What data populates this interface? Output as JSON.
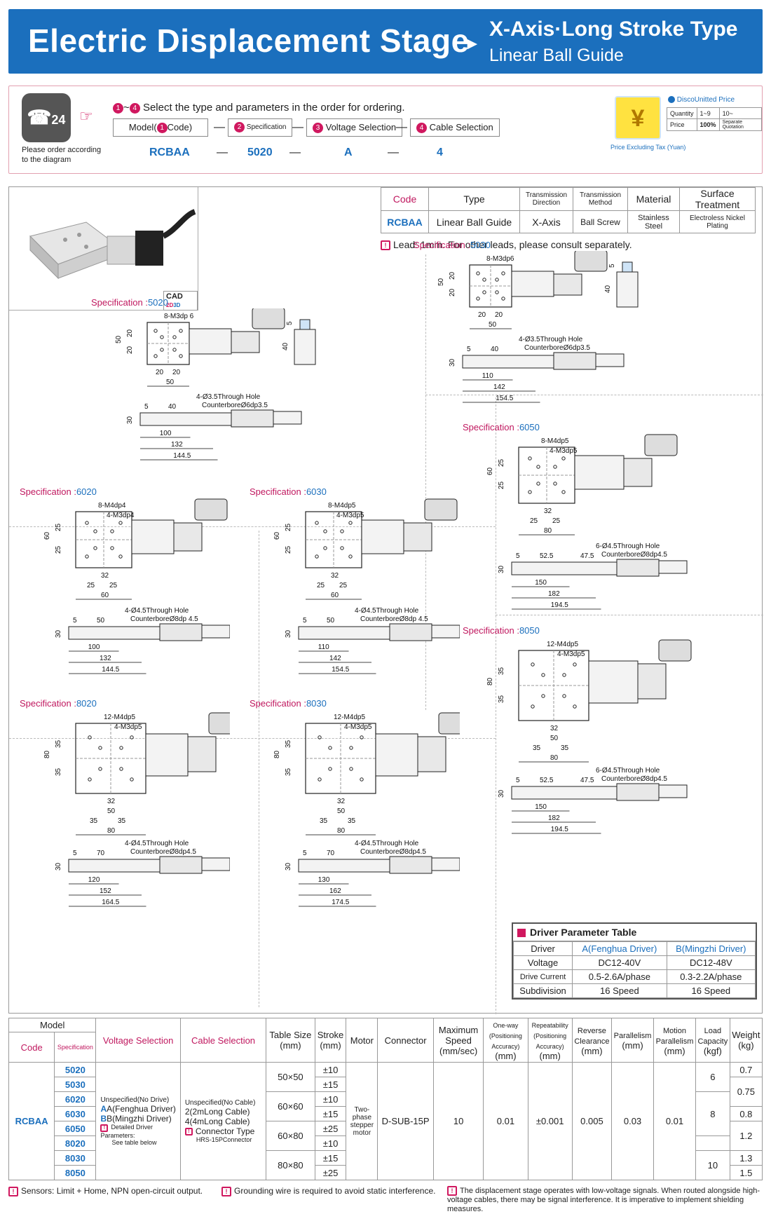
{
  "header": {
    "title": "Electric Displacement Stage",
    "arrow": "►",
    "subtitle1": "X-Axis·Long Stroke Type",
    "subtitle2": "Linear Ball Guide"
  },
  "order": {
    "phone_label": "24",
    "note": "Please order according to the diagram",
    "instruction_range_a": "1",
    "instruction_range_b": "4",
    "instruction": "Select the type and parameters in the order for ordering.",
    "box_model": "Model(",
    "box_model_num": "1",
    "box_model_end": "Code)",
    "box_spec_num": "2",
    "box_spec": "Specification",
    "box_voltage_num": "3",
    "box_voltage": "Voltage Selection",
    "box_cable_num": "4",
    "box_cable": "Cable Selection",
    "dash": "—",
    "val_model": "RCBAA",
    "val_spec": "5020",
    "val_voltage": "A",
    "val_cable": "4",
    "yen": "¥",
    "yen_note": "Price Excluding Tax (Yuan)",
    "price_title": "DiscoUnitted Price",
    "price_rows": [
      [
        "Quantity",
        "1~9",
        "10~"
      ],
      [
        "Price",
        "100%",
        "Separate Quotation"
      ]
    ]
  },
  "cad_label": "CAD",
  "spec_table": {
    "headers": [
      "Code",
      "Type",
      "Transmission Direction",
      "Transmission Method",
      "Material",
      "Surface Treatment"
    ],
    "row": [
      "RCBAA",
      "Linear Ball Guide",
      "X-Axis",
      "Ball Screw",
      "Stainless Steel",
      "Electroless Nickel Plating"
    ]
  },
  "lead_note": "Lead: 1mm. For other leads, please consult separately.",
  "specs": {
    "s5020": {
      "label": "Specification :",
      "code": "5020",
      "holes": "8-M3dp 6",
      "through": "4-Ø3.5Through Hole",
      "counter": "CounterboreØ6dp3.5",
      "d1": "100",
      "d2": "132",
      "d3": "144.5",
      "w": "50",
      "a": "5",
      "b": "40",
      "h": "30",
      "g": "20",
      "side": "40",
      "side2": "5"
    },
    "s5030": {
      "label": "Specification :",
      "code": "5030",
      "holes": "8-M3dp6",
      "through": "4-Ø3.5Through Hole",
      "counter": "CounterboreØ6dp3.5",
      "d1": "110",
      "d2": "142",
      "d3": "154.5",
      "w": "50",
      "a": "5",
      "b": "40",
      "h": "30",
      "g": "20",
      "side": "40",
      "side2": "5"
    },
    "s6020": {
      "label": "Specification :",
      "code": "6020",
      "holes": "8-M4dp4",
      "holes2": "4-M3dp4",
      "through": "4-Ø4.5Through Hole",
      "counter": "CounterboreØ8dp 4.5",
      "d1": "100",
      "d2": "132",
      "d3": "144.5",
      "w": "60",
      "a": "5",
      "b": "50",
      "h": "30",
      "g": "25",
      "m": "32"
    },
    "s6030": {
      "label": "Specification :",
      "code": "6030",
      "holes": "8-M4dp5",
      "holes2": "4-M3dp5",
      "through": "4-Ø4.5Through Hole",
      "counter": "CounterboreØ8dp 4.5",
      "d1": "110",
      "d2": "142",
      "d3": "154.5",
      "w": "60",
      "a": "5",
      "b": "50",
      "h": "30",
      "g": "25",
      "m": "32"
    },
    "s6050": {
      "label": "Specification :",
      "code": "6050",
      "holes": "8-M4dp5",
      "holes2": "4-M3dp5",
      "through": "6-Ø4.5Through Hole",
      "counter": "CounterboreØ8dp4.5",
      "d1": "150",
      "d2": "182",
      "d3": "194.5",
      "w": "60",
      "a": "5",
      "b": "52.5",
      "b2": "47.5",
      "h": "30",
      "g": "25",
      "m": "32",
      "w2": "80"
    },
    "s8020": {
      "label": "Specification :",
      "code": "8020",
      "holes": "12-M4dp5",
      "holes2": "4-M3dp5",
      "through": "4-Ø4.5Through Hole",
      "counter": "CounterboreØ8dp4.5",
      "d1": "120",
      "d2": "152",
      "d3": "164.5",
      "w": "80",
      "a": "5",
      "b": "70",
      "h": "30",
      "g": "35",
      "m": "32",
      "m2": "50"
    },
    "s8030": {
      "label": "Specification :",
      "code": "8030",
      "holes": "12-M4dp5",
      "holes2": "4-M3dp5",
      "through": "4-Ø4.5Through Hole",
      "counter": "CounterboreØ8dp4.5",
      "d1": "130",
      "d2": "162",
      "d3": "174.5",
      "w": "80",
      "a": "5",
      "b": "70",
      "h": "30",
      "g": "35",
      "m": "32",
      "m2": "50"
    },
    "s8050": {
      "label": "Specification :",
      "code": "8050",
      "holes": "12-M4dp5",
      "holes2": "4-M3dp5",
      "through": "6-Ø4.5Through Hole",
      "counter": "CounterboreØ8dp4.5",
      "d1": "150",
      "d2": "182",
      "d3": "194.5",
      "w": "80",
      "a": "5",
      "b": "52.5",
      "b2": "47.5",
      "h": "30",
      "g": "35",
      "m": "32",
      "m2": "50"
    }
  },
  "driver_table": {
    "title": "Driver Parameter Table",
    "rows": [
      [
        "Driver",
        "A(Fenghua Driver)",
        "B(Mingzhi Driver)"
      ],
      [
        "Voltage",
        "DC12-40V",
        "DC12-48V"
      ],
      [
        "Drive Current",
        "0.5-2.6A/phase",
        "0.3-2.2A/phase"
      ],
      [
        "Subdivision",
        "16 Speed",
        "16 Speed"
      ]
    ]
  },
  "bottom_table": {
    "h_model": "Model",
    "h_code": "Code",
    "h_spec": "Specification",
    "h_voltage": "Voltage Selection",
    "h_cable": "Cable Selection",
    "h_table": "Table Size",
    "h_stroke": "Stroke",
    "h_motor": "Motor",
    "h_connector": "Connector",
    "h_speed": "Maximum Speed",
    "h_oneway": "One-way (Positioning Accuracy)",
    "h_repeat": "Repeatability (Positioning Accuracy)",
    "h_reverse": "Reverse Clearance",
    "h_parallel": "Parallelism",
    "h_motion": "Motion Parallelism",
    "h_load": "Load Capacity",
    "h_weight": "Weight",
    "u_mm": "(mm)",
    "u_speed": "(mm/sec)",
    "u_kgf": "(kgf)",
    "u_kg": "(kg)",
    "code": "RCBAA",
    "specs": [
      "5020",
      "5030",
      "6020",
      "6030",
      "6050",
      "8020",
      "8030",
      "8050"
    ],
    "voltage_lines": [
      "Unspecified(No Drive)",
      "A(Fenghua Driver)",
      "B(Mingzhi Driver)",
      "Detailed Driver Parameters:",
      "See table below"
    ],
    "cable_lines": [
      "Unspecified(No Cable)",
      "2(2mLong Cable)",
      "4(4mLong Cable)",
      "Connector Type",
      "HRS-15PConnector"
    ],
    "table_sizes": [
      "50×50",
      "60×60",
      "60×80",
      "80×80"
    ],
    "strokes": [
      "±10",
      "±15",
      "±10",
      "±15",
      "±25",
      "±10",
      "±15",
      "±25"
    ],
    "motor": "Two-phase stepper motor",
    "connector": "D-SUB-15P",
    "speed": "10",
    "oneway": "0.01",
    "repeat": "±0.001",
    "reverse": "0.005",
    "parallel": "0.03",
    "motion": "0.01",
    "loads": [
      "6",
      "8",
      "10"
    ],
    "weights": [
      "0.7",
      "0.75",
      "0.8",
      "1.2",
      "1.3",
      "1.5"
    ]
  },
  "footnotes": {
    "f1": "Sensors: Limit + Home, NPN open-circuit output.",
    "f2": "Grounding wire is required to avoid static interference.",
    "f3": "The displacement stage operates with low-voltage signals. When routed alongside high-voltage cables, there may be signal interference. It is imperative to implement shielding measures."
  }
}
